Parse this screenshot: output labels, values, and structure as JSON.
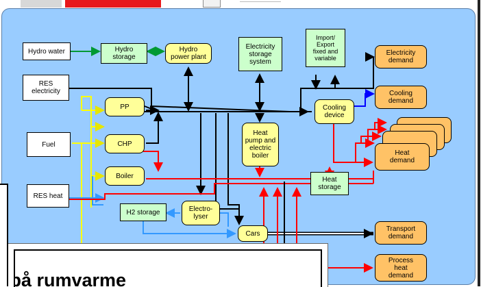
{
  "diagram": {
    "sources": {
      "hydro_water": "Hydro water",
      "res_electricity": "RES\nelectricity",
      "fuel": "Fuel",
      "res_heat": "RES heat"
    },
    "storage": {
      "hydro_storage": "Hydro\nstorage",
      "electricity_storage": "Electricity\nstorage\nsystem",
      "heat_storage": "Heat\nstorage",
      "h2_storage": "H2 storage"
    },
    "conversion": {
      "hydro_power_plant": "Hydro\npower plant",
      "pp": "PP",
      "chp": "CHP",
      "boiler": "Boiler",
      "heat_pump": "Heat\npump and\nelectric\nboiler",
      "electrolyser": "Electro-\nlyser",
      "cars": "Cars",
      "cooling_device": "Cooling\ndevice",
      "import_export": "Import/\nExport\nfixed and\nvariable"
    },
    "demand": {
      "electricity": "Electricity\ndemand",
      "cooling": "Cooling\ndemand",
      "heat": "Heat\ndemand",
      "transport": "Transport\ndemand",
      "process_heat": "Process\nheat\ndemand"
    },
    "colors": {
      "background": "#99ccff",
      "electricity_line": "#000000",
      "heat_line": "#ff0000",
      "fuel_line": "#ffff00",
      "hydro_line": "#009933",
      "h2_line": "#3399ff",
      "cooling_line": "#0000ff"
    }
  },
  "overlay": {
    "heading_fragment": "t på rumvarme"
  }
}
